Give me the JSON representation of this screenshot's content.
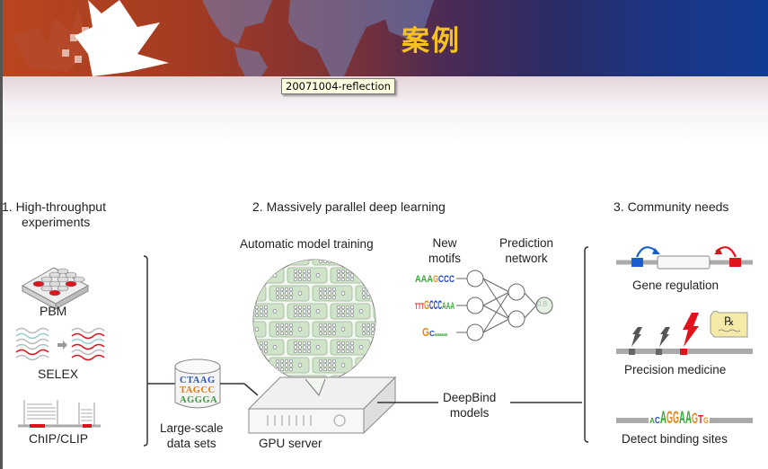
{
  "slide": {
    "title": "案例",
    "tooltip": "20071004-reflection"
  },
  "diagram": {
    "section1": {
      "heading_line1": "1. High-throughput",
      "heading_line2": "experiments",
      "items": [
        {
          "label": "PBM",
          "icon": "microarray-plate-icon"
        },
        {
          "label": "SELEX",
          "icon": "sequence-selection-icon"
        },
        {
          "label": "ChIP/CLIP",
          "icon": "read-pileup-icon"
        }
      ]
    },
    "section2": {
      "heading": "2. Massively parallel deep learning",
      "training_label": "Automatic model training",
      "motifs_label_line1": "New",
      "motifs_label_line2": "motifs",
      "network_label_line1": "Prediction",
      "network_label_line2": "network",
      "network_output": "0.8",
      "dataset_label_line1": "Large-scale",
      "dataset_label_line2": "data sets",
      "dataset_sequences": [
        "CTAAG",
        "TAGCC",
        "AGGGA"
      ],
      "server_label": "GPU server",
      "models_label_line1": "DeepBind",
      "models_label_line2": "models"
    },
    "section3": {
      "heading": "3. Community needs",
      "items": [
        {
          "label": "Gene regulation",
          "icon": "gene-regulation-icon"
        },
        {
          "label": "Precision medicine",
          "icon": "precision-medicine-icon",
          "rx": "℞"
        },
        {
          "label": "Detect binding sites",
          "icon": "binding-site-icon",
          "motif": "ACAGGAAGTG"
        }
      ]
    },
    "colors": {
      "accent_red": "#e0121b",
      "accent_blue": "#1a5fd0",
      "network_green": "#cfe3c9",
      "title_gold": "#f7c21d"
    }
  }
}
